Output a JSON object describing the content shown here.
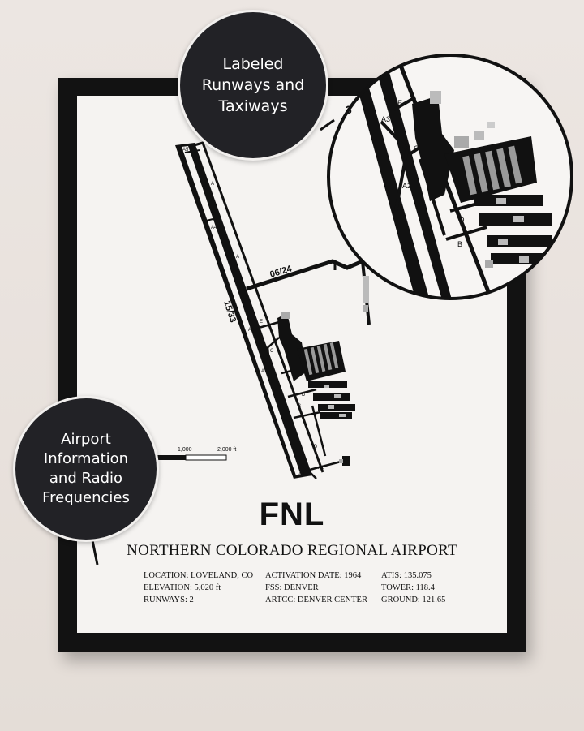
{
  "callouts": {
    "top": "Labeled\nRunways and\nTaxiways",
    "left": "Airport\nInformation\nand Radio\nFrequencies"
  },
  "map": {
    "runway_1533": "15/33",
    "runway_0624": "06/24",
    "taxiways": {
      "a5": "A5",
      "a4": "A4",
      "a3": "A3",
      "a2": "A2",
      "a1": "A1",
      "a1b": "A1",
      "a_1": "A",
      "a_2": "A",
      "b_1": "B",
      "b_2": "B",
      "c": "C",
      "d_1": "D",
      "d_2": "D",
      "e": "E"
    },
    "scale": {
      "mid": "1,000",
      "end": "2,000 ft"
    }
  },
  "zoom": {
    "a3": "A3",
    "a2": "A2",
    "c": "C",
    "d": "D",
    "b": "B",
    "e": "E",
    "partial": "3"
  },
  "poster": {
    "code": "FNL",
    "name": "NORTHERN COLORADO REGIONAL AIRPORT",
    "info_col1": [
      "LOCATION: LOVELAND, CO",
      "ELEVATION: 5,020 ft",
      "RUNWAYS: 2"
    ],
    "info_col2": [
      "ACTIVATION DATE: 1964",
      "FSS: DENVER",
      "ARTCC: DENVER CENTER"
    ],
    "info_col3": [
      "ATIS: 135.075",
      "TOWER: 118.4",
      "GROUND: 121.65"
    ]
  }
}
